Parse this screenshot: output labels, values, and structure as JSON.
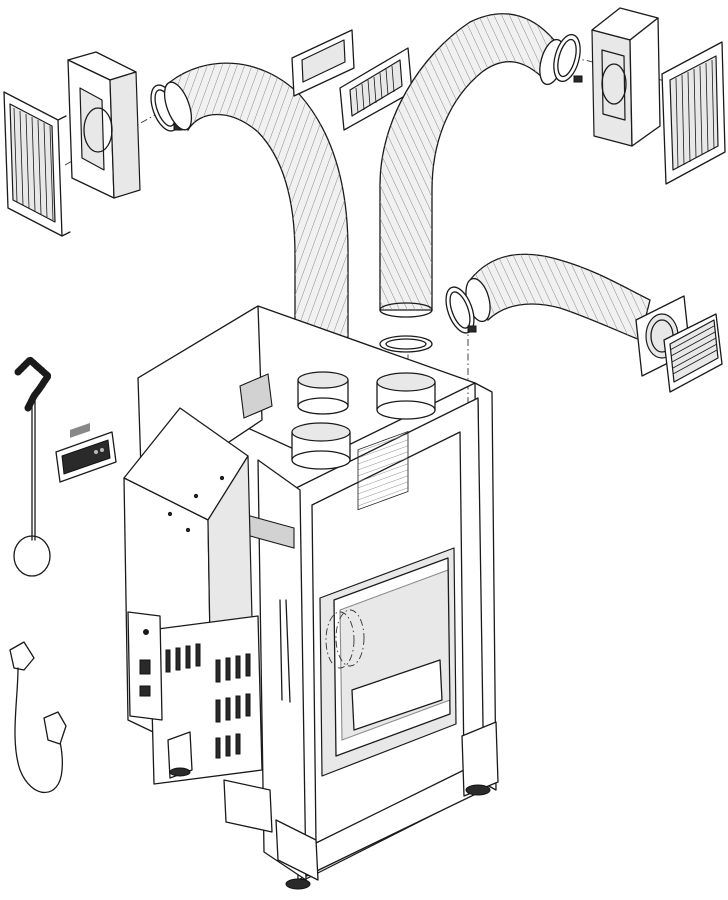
{
  "figure": {
    "type": "exploded-assembly-illustration",
    "parts": [
      "left-wall-grille",
      "left-grille-frame",
      "left-hose-clamp",
      "left-flexible-duct",
      "center-small-grille-frame",
      "center-small-grille",
      "center-flexible-duct",
      "right-hose-clamp",
      "right-grille-frame",
      "right-wall-grille",
      "lower-flexible-duct",
      "lower-hose-clamp",
      "lower-wall-plate",
      "lower-louvered-vent",
      "cleaning-brush",
      "control-panel",
      "power-cord",
      "fireplace-insert-body",
      "fan-housing",
      "outlet-collars",
      "fire-door-with-glass",
      "support-legs"
    ],
    "colors": {
      "line": "#1a1a1a",
      "background": "#ffffff",
      "shade": "#e8e8e8",
      "dark": "#2a2a2a"
    }
  }
}
